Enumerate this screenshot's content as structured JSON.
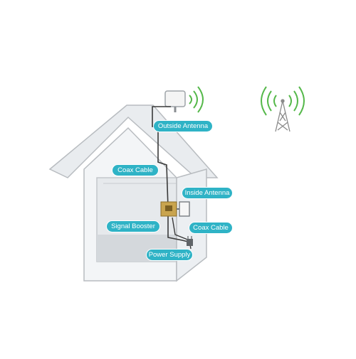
{
  "labels": {
    "outside_antenna": "Outside Antenna",
    "coax_cable_top": "Coax Cable",
    "inside_antenna": "Inside Antenna",
    "signal_booster": "Signal Booster",
    "coax_cable_right": "Coax Cable",
    "power_supply": "Power Supply"
  },
  "colors": {
    "callout": "#2fb3c6",
    "signal_waves": "#55b84a",
    "tower": "#8a8a8a",
    "house_outline": "#b8bcc0",
    "roof_fill": "#e9ecef",
    "wall_fill": "#f1f3f5",
    "booster": "#c9a44e",
    "cable": "#3a3a3a"
  },
  "icons": [
    "outside-antenna-icon",
    "cell-tower-icon",
    "signal-wave-icon",
    "inside-antenna-icon",
    "signal-booster-icon",
    "power-plug-icon"
  ]
}
